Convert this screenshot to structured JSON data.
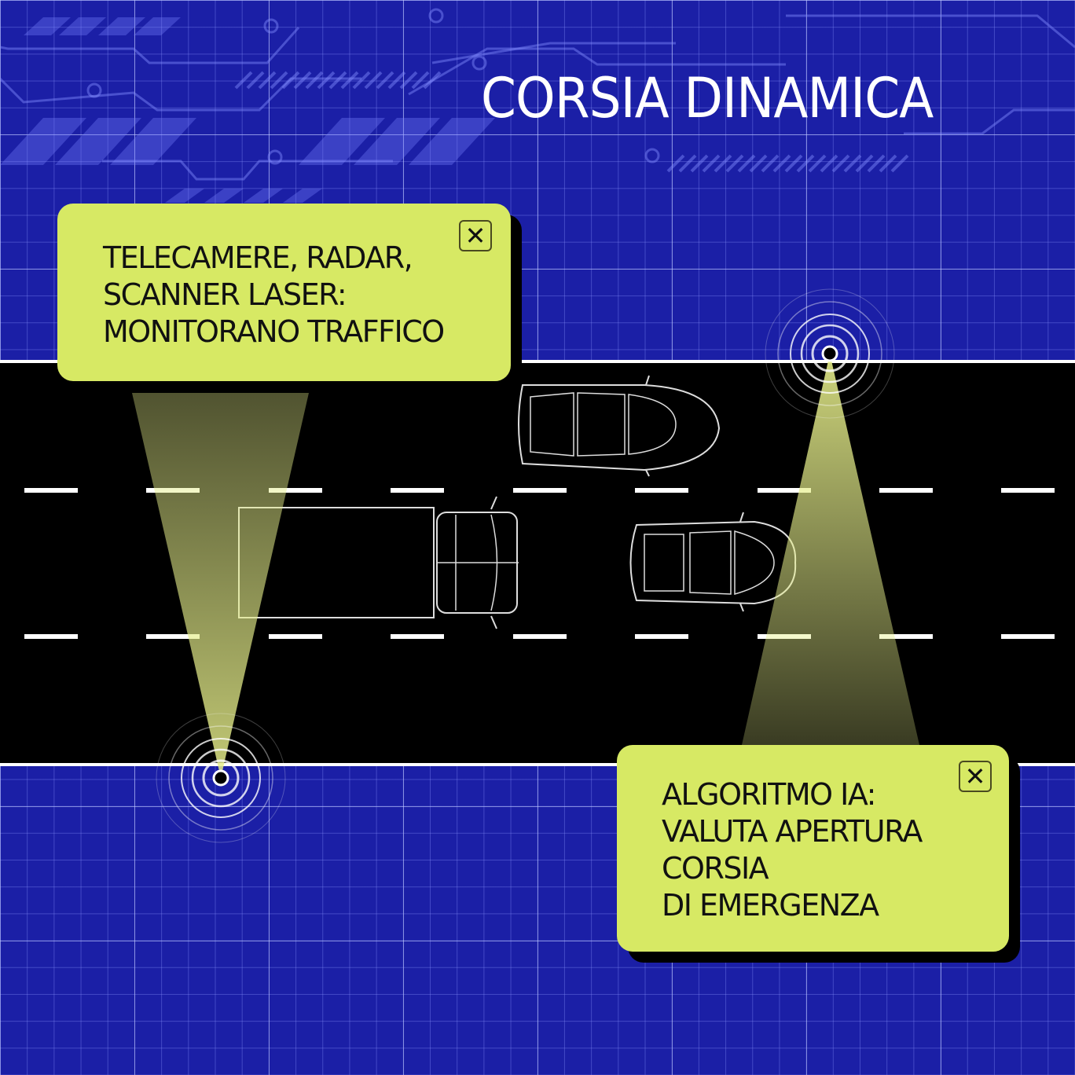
{
  "title": "CORSIA DINAMICA",
  "cards": [
    {
      "lines": [
        "TELECAMERE, RADAR,",
        "SCANNER LASER:",
        "MONITORANO TRAFFICO"
      ],
      "close_icon": "close-icon"
    },
    {
      "lines": [
        "ALGORITMO IA:",
        "VALUTA APERTURA",
        "CORSIA",
        "DI EMERGENZA"
      ],
      "close_icon": "close-icon"
    }
  ],
  "colors": {
    "background": "#1b1fa6",
    "card": "#d7e964",
    "road": "#000000",
    "beam": "#e6ee8a"
  }
}
